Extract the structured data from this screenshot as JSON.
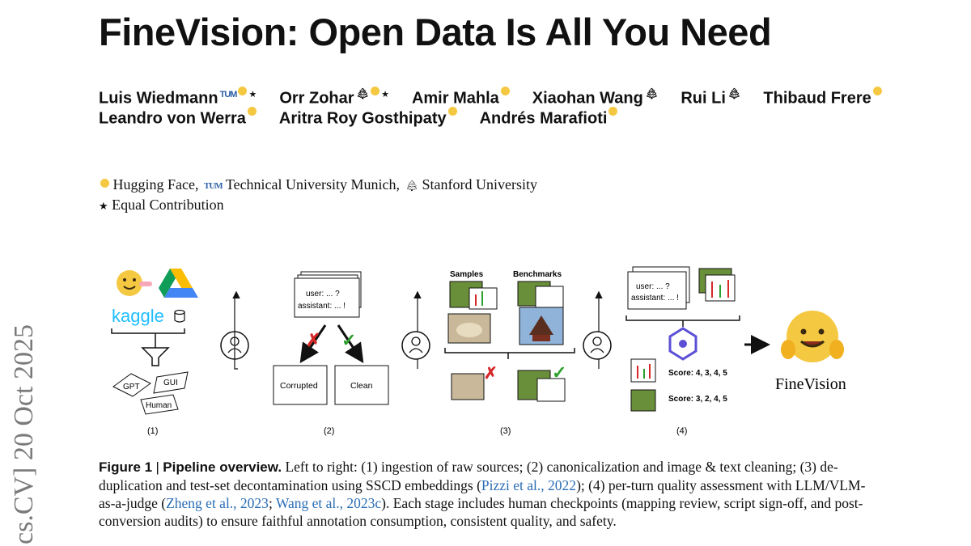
{
  "title": "FineVision: Open Data Is All You Need",
  "authors_row1": [
    {
      "name": "Luis Wiedmann",
      "marks": [
        "tum",
        "hf",
        "star"
      ]
    },
    {
      "name": "Orr Zohar",
      "marks": [
        "tree",
        "hf",
        "star"
      ]
    },
    {
      "name": "Amir Mahla",
      "marks": [
        "hf"
      ]
    },
    {
      "name": "Xiaohan Wang",
      "marks": [
        "tree"
      ]
    },
    {
      "name": "Rui Li",
      "marks": [
        "tree"
      ]
    },
    {
      "name": "Thibaud Frere",
      "marks": [
        "hf"
      ]
    }
  ],
  "authors_row2": [
    {
      "name": "Leandro von Werra",
      "marks": [
        "hf"
      ]
    },
    {
      "name": "Aritra Roy Gosthipaty",
      "marks": [
        "hf"
      ]
    },
    {
      "name": "Andrés Marafioti",
      "marks": [
        "hf"
      ]
    }
  ],
  "affiliations": {
    "hf": "Hugging Face,",
    "tum_logo": "TUM",
    "tum": "Technical University Munich,",
    "stanford": "Stanford University",
    "star_mark": "★",
    "equal": "Equal Contribution"
  },
  "arxiv_stamp": "cs.CV]  20 Oct 2025",
  "figure": {
    "kaggle": "kaggle",
    "sources": {
      "gpt": "GPT",
      "gui": "GUI",
      "human": "Human"
    },
    "chat_user": "user: ... ?",
    "chat_assistant": "assistant: ... !",
    "corrupted": "Corrupted",
    "clean": "Clean",
    "samples": "Samples",
    "benchmarks": "Benchmarks",
    "score1": "Score: 4, 3, 4, 5",
    "score2": "Score: 3, 2, 4, 5",
    "finevision": "FineVision",
    "stage_labels": [
      "(1)",
      "(2)",
      "(3)",
      "(4)"
    ]
  },
  "caption": {
    "figure_label": "Figure 1",
    "separator": "|",
    "heading": "Pipeline overview.",
    "part1": "Left to right: (1) ingestion of raw sources; (2) canonicalization and image & text cleaning; (3) de-duplication and test-set decontamination using SSCD embeddings (",
    "cite1": "Pizzi et al., 2022",
    "part2": "); (4) per-turn quality assessment with LLM/VLM-as-a-judge (",
    "cite2": "Zheng et al., 2023",
    "part3": "; ",
    "cite3": "Wang et al., 2023c",
    "part4": "). Each stage includes human checkpoints (mapping review, script sign-off, and post-conversion audits) to ensure faithful annotation consumption, consistent quality, and safety."
  },
  "colors": {
    "accent_blue": "#2a6db5",
    "hf_yellow": "#f5c842",
    "cross_red": "#d62828",
    "check_green": "#2ca02c"
  }
}
